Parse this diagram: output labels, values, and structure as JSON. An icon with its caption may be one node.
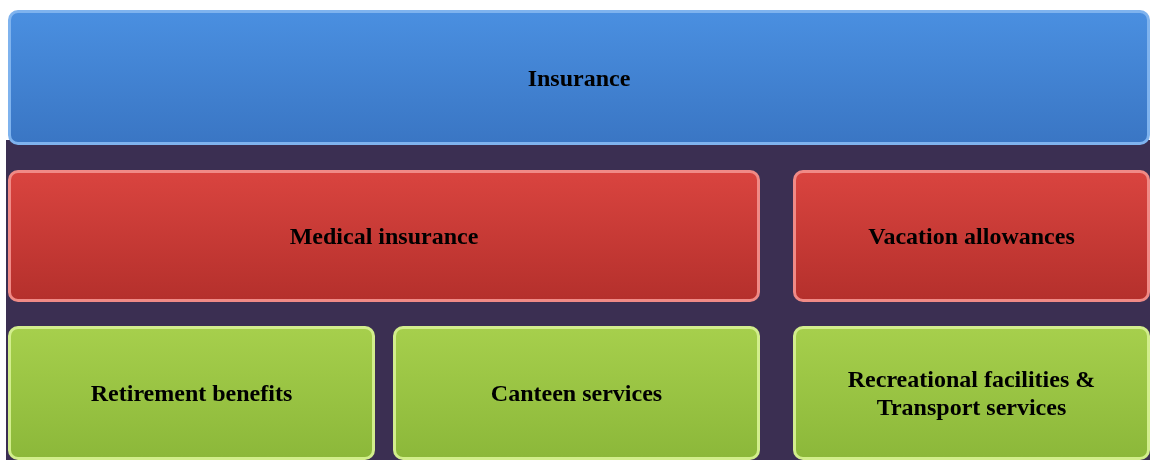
{
  "diagram": {
    "nodes": [
      {
        "text": [
          "Insurance"
        ]
      },
      {
        "text": [
          "Medical insurance"
        ]
      },
      {
        "text": [
          "Vacation allowances"
        ]
      },
      {
        "text": [
          "Retirement benefits"
        ]
      },
      {
        "text": [
          "Canteen services"
        ]
      },
      {
        "text": [
          "Recreational facilities & Transport services"
        ]
      }
    ]
  }
}
